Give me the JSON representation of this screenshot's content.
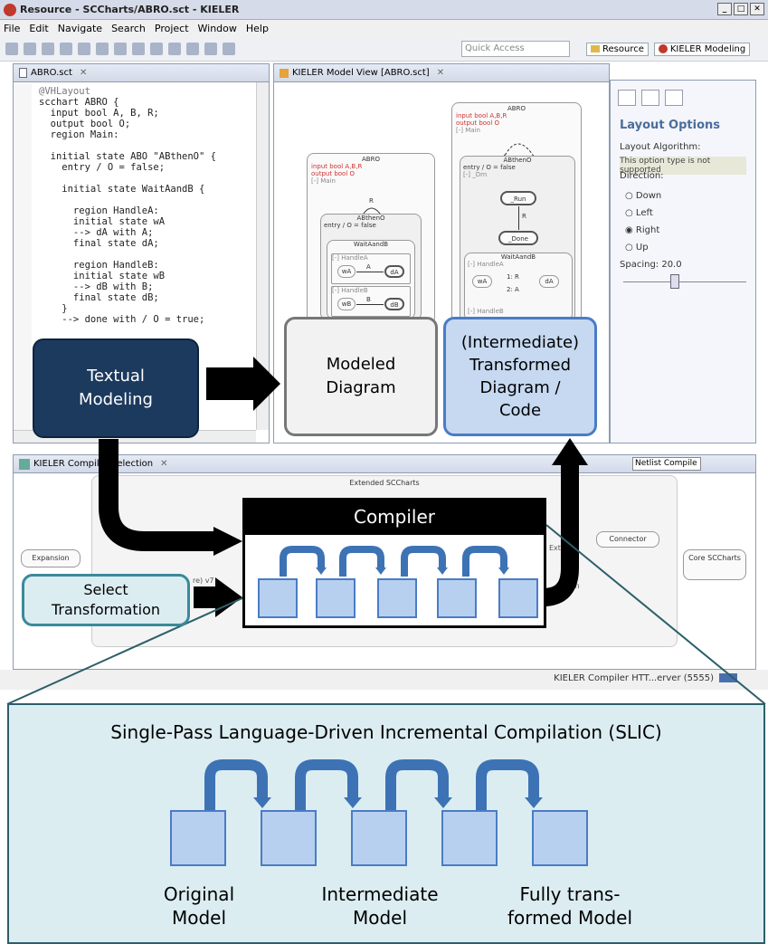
{
  "window": {
    "title": "Resource - SCCharts/ABRO.sct - KIELER"
  },
  "menu": [
    "File",
    "Edit",
    "Navigate",
    "Search",
    "Project",
    "Window",
    "Help"
  ],
  "toolbar": {
    "quick_access_placeholder": "Quick Access",
    "perspectives": [
      "Resource",
      "KIELER Modeling"
    ]
  },
  "editor": {
    "tab_label": "ABRO.sct",
    "code_lines": [
      "@VHLayout",
      "scchart ABRO {",
      "  input bool A, B, R;",
      "  output bool O;",
      "  region Main:",
      "",
      "  initial state ABO \"ABthenO\" {",
      "    entry / O = false;",
      "",
      "    initial state WaitAandB {",
      "",
      "      region HandleA:",
      "      initial state wA",
      "      --> dA with A;",
      "      final state dA;",
      "",
      "      region HandleB:",
      "      initial state wB",
      "      --> dB with B;",
      "      final state dB;",
      "    }",
      "    --> done with / O = true;"
    ]
  },
  "modelview": {
    "tab_label": "KIELER Model View [ABRO.sct]",
    "diagram1": {
      "title": "ABRO",
      "decl": "input bool A,B,R\noutput bool O",
      "region": "[-] Main",
      "state": "ABthenO",
      "entry": "entry / O = false",
      "inner": "WaitAandB",
      "regA": "[-] HandleA",
      "regB": "[-] HandleB",
      "wA": "wA",
      "dA": "dA",
      "wB": "wB",
      "dB": "dB",
      "lblA": "A",
      "lblB": "B",
      "lblR": "R"
    },
    "diagram2": {
      "title": "ABRO",
      "decl": "input bool A,B,R\noutput bool O",
      "region": "[-] Main",
      "state": "ABthenO",
      "entry": "entry / O = false",
      "region2": "[-] _Drn",
      "run": "_Run",
      "done": "_Done",
      "lblR": "R",
      "inner": "WaitAandB",
      "regA": "[-] HandleA",
      "wA": "wA",
      "dA": "dA",
      "t1": "1: R",
      "t2": "2: A",
      "regB": "[-] HandleB"
    }
  },
  "layout_options": {
    "title": "Layout Options",
    "algorithm_label": "Layout Algorithm:",
    "algorithm_value": "This option type is not supported",
    "direction_label": "Direction:",
    "directions": [
      "Down",
      "Left",
      "Right",
      "Up"
    ],
    "selected_direction": "Right",
    "spacing_label": "Spacing: 20.0"
  },
  "compiler_selection": {
    "tab_label": "KIELER Compiler Selection",
    "netlist_select": "Netlist Compile",
    "extended_label": "Extended SCCharts",
    "expansion_label": "Expansion",
    "connector_label": "Connector",
    "core_label": "Core SCCharts",
    "v7_label": "re) v7",
    "ext_label": "Ext",
    "ction_label": "ction"
  },
  "status": {
    "text": "KIELER Compiler HTT...erver (5555)"
  },
  "callouts": {
    "textual": "Textual\nModeling",
    "modeled": "Modeled\nDiagram",
    "transformed": "(Intermediate)\nTransformed\nDiagram /\nCode",
    "compiler": "Compiler",
    "select": "Select\nTransformation"
  },
  "slic": {
    "title": "Single-Pass Language-Driven Incremental Compilation (SLIC)",
    "labels": [
      "Original\nModel",
      "Intermediate\nModel",
      "Fully trans-\nformed Model"
    ]
  },
  "colors": {
    "dark_navy": "#1c3a5e",
    "light_blue": "#c6d9f1",
    "teal": "#dcedf2",
    "arrow_blue": "#3d73b5"
  }
}
